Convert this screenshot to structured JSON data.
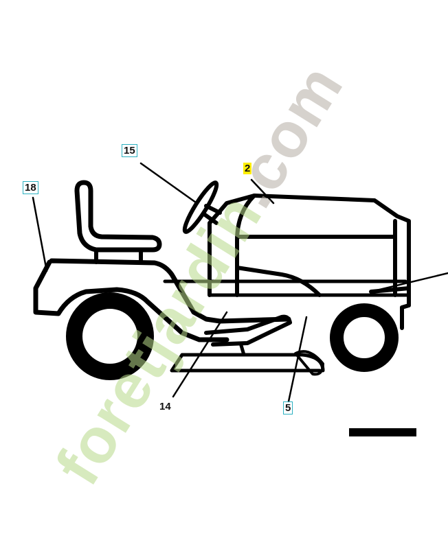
{
  "callouts": [
    {
      "id": "18",
      "style": "boxed"
    },
    {
      "id": "15",
      "style": "boxed"
    },
    {
      "id": "2",
      "style": "highlighted"
    },
    {
      "id": "14",
      "style": "plain"
    },
    {
      "id": "5",
      "style": "boxed"
    }
  ],
  "watermark": {
    "part1": "foret",
    "part2": "jardin",
    "part3": ".com"
  },
  "colors": {
    "box_border": "#2ab0c0",
    "highlight": "#ffee00",
    "wm_green": "#b8d98a",
    "wm_orange": "#f5b060",
    "wm_gray": "#b5aea5"
  }
}
